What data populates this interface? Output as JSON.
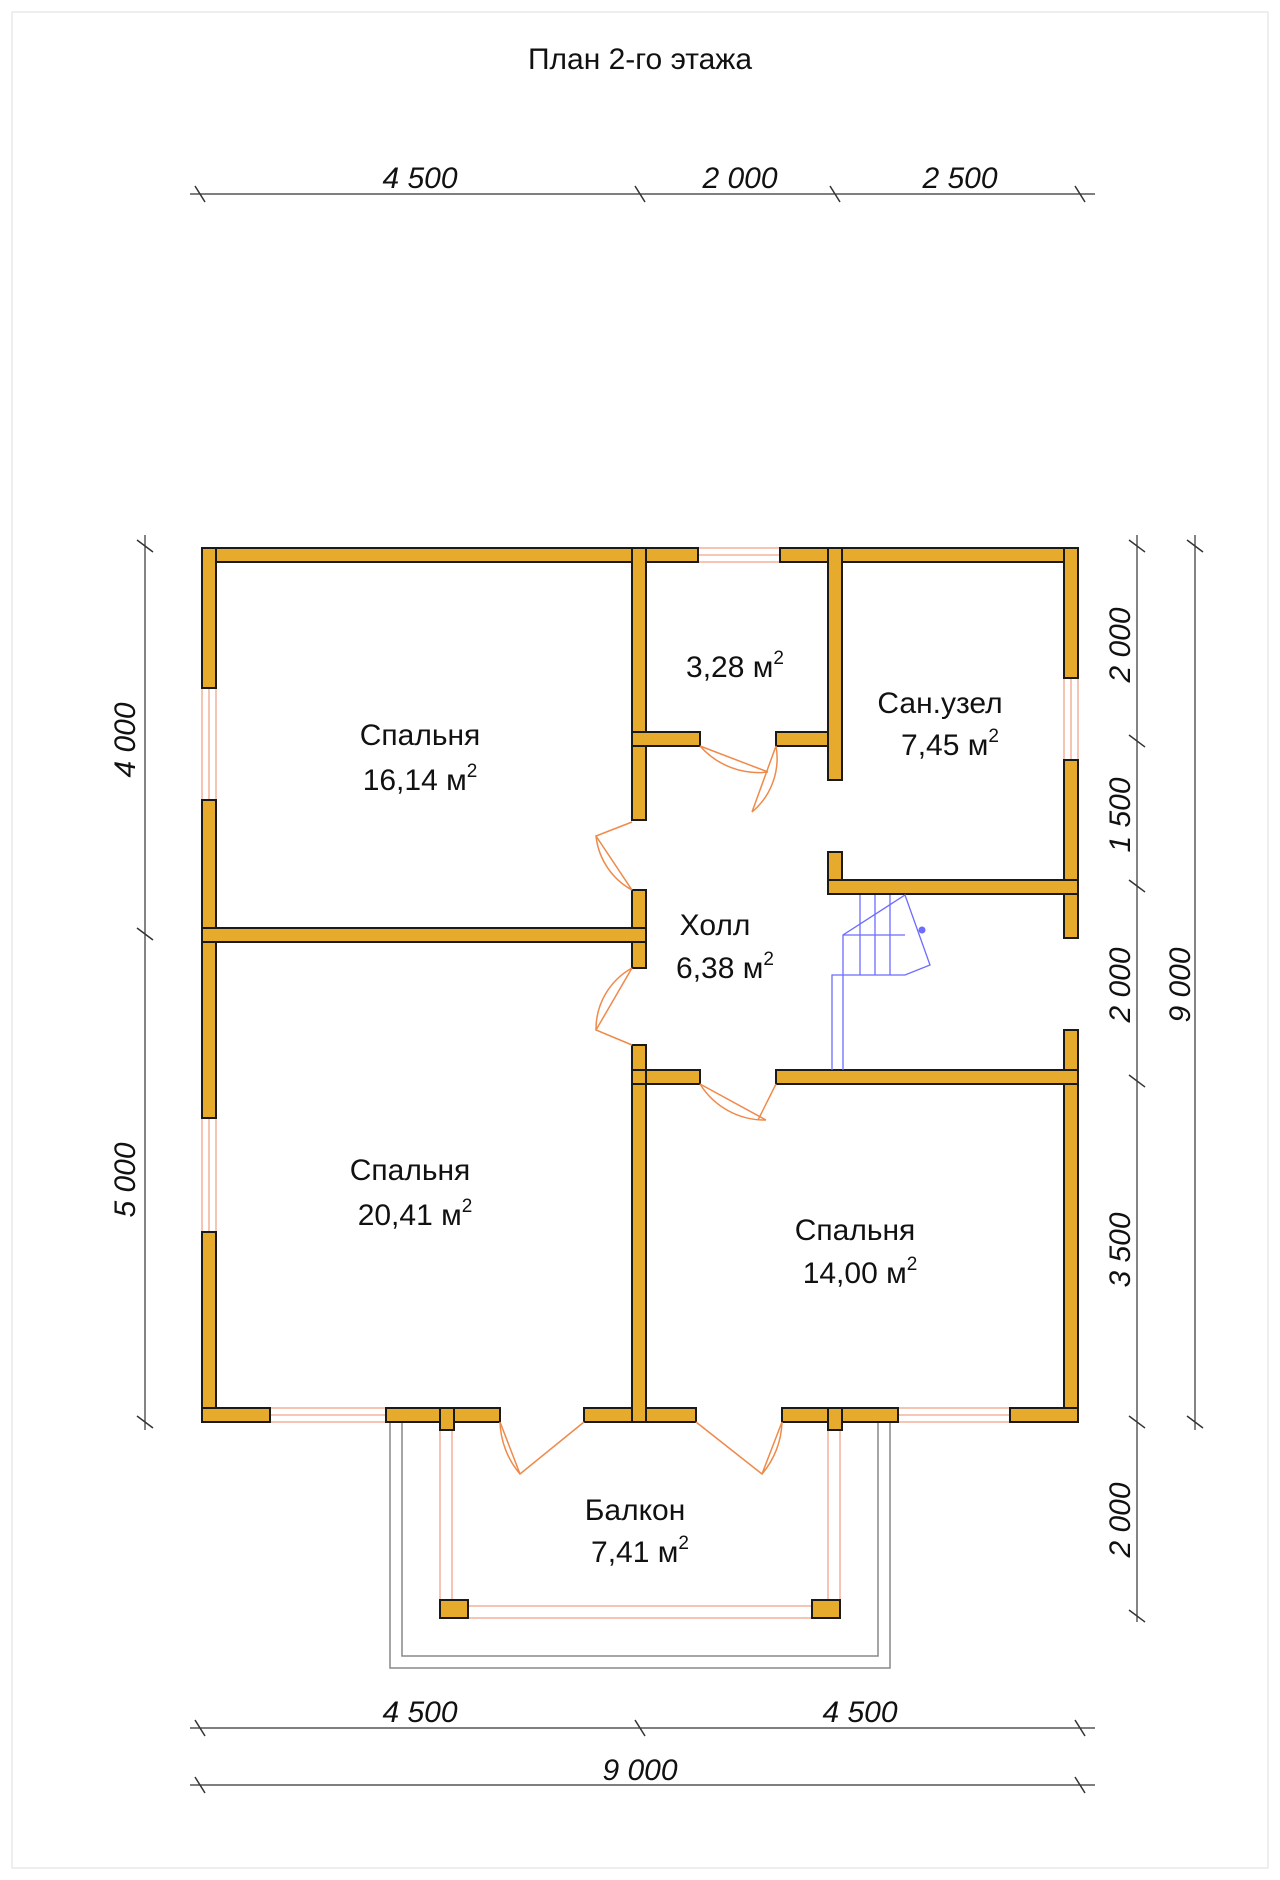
{
  "title": "План 2-го этажа",
  "dimensions": {
    "top": [
      "4 500",
      "2 000",
      "2 500"
    ],
    "bottom": [
      "4 500",
      "4 500"
    ],
    "bottom_total": "9 000",
    "left": [
      "4 000",
      "5 000"
    ],
    "right": [
      "2 000",
      "1 500",
      "2 000",
      "3 500",
      "2 000"
    ],
    "right_total": "9 000"
  },
  "rooms": {
    "bedroom_top_left": {
      "name": "Спальня",
      "area": "16,14 м",
      "unit_sup": "2"
    },
    "storage": {
      "name": "",
      "area": "3,28 м",
      "unit_sup": "2"
    },
    "bathroom": {
      "name": "Сан.узел",
      "area": "7,45 м",
      "unit_sup": "2"
    },
    "hall": {
      "name": "Холл",
      "area": "6,38 м",
      "unit_sup": "2"
    },
    "bedroom_bottom_left": {
      "name": "Спальня",
      "area": "20,41 м",
      "unit_sup": "2"
    },
    "bedroom_bottom_right": {
      "name": "Спальня",
      "area": "14,00 м",
      "unit_sup": "2"
    },
    "balcony": {
      "name": "Балкон",
      "area": "7,41 м",
      "unit_sup": "2"
    }
  },
  "colors": {
    "wall": "#e6ab2c",
    "wall_outline": "#1a1a1a",
    "window": "#f2a58a",
    "door": "#ef8a4a",
    "stair": "#6c6cff"
  }
}
